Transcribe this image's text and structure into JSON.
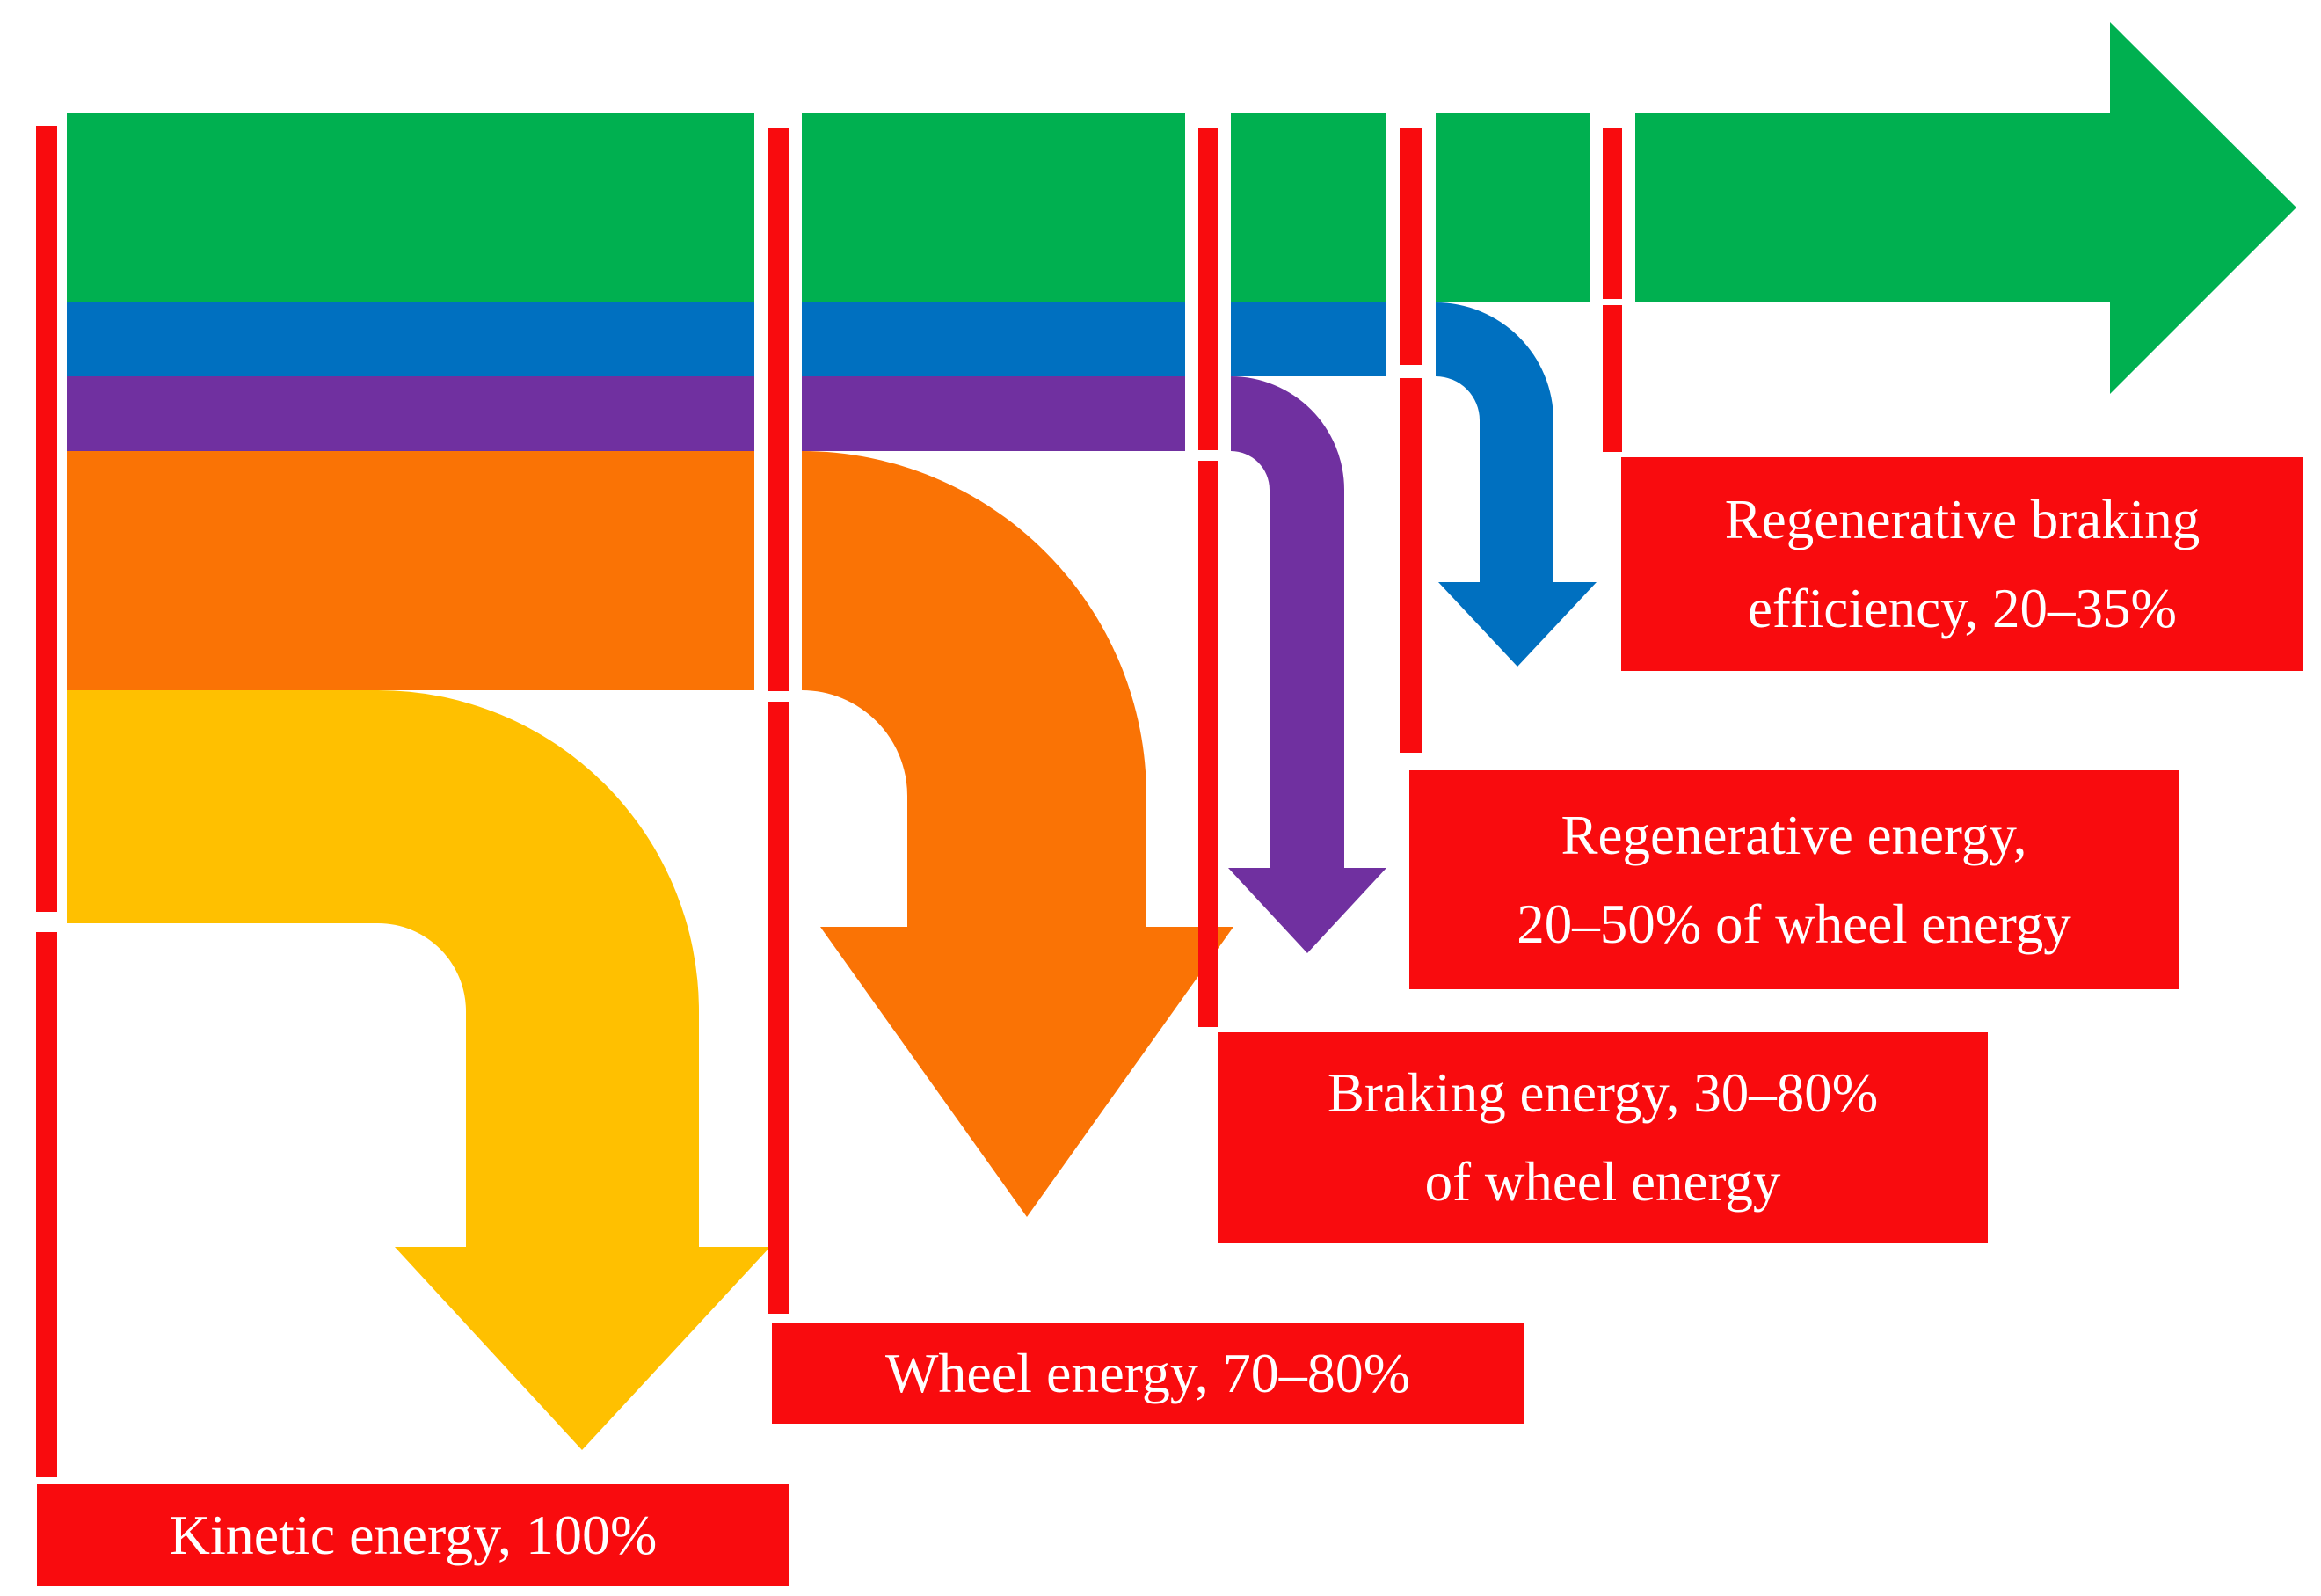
{
  "colors": {
    "green": "#00B050",
    "blue": "#0070C0",
    "purple": "#7030A0",
    "orange": "#FA7305",
    "yellow": "#FFC000",
    "red": "#F90B0E",
    "label_text": "#FFFFFF",
    "background": "#FFFFFF"
  },
  "labels": {
    "kinetic": {
      "line1": "Kinetic energy, 100%"
    },
    "wheel": {
      "line1": "Wheel energy, 70–80%"
    },
    "braking": {
      "line1": "Braking energy, 30–80%",
      "line2": "of wheel energy"
    },
    "regen_energy": {
      "line1": "Regenerative energy,",
      "line2": "20–50% of wheel energy"
    },
    "regen_efficiency": {
      "line1": "Regenerative braking",
      "line2": "efficiency, 20–35%"
    }
  },
  "stages": [
    {
      "label": "Kinetic energy, 100%"
    },
    {
      "label": "Wheel energy, 70–80%"
    },
    {
      "label": "Braking energy, 30–80% of wheel energy"
    },
    {
      "label": "Regenerative energy, 20–50% of wheel energy"
    },
    {
      "label": "Regenerative braking efficiency, 20–35%"
    }
  ]
}
